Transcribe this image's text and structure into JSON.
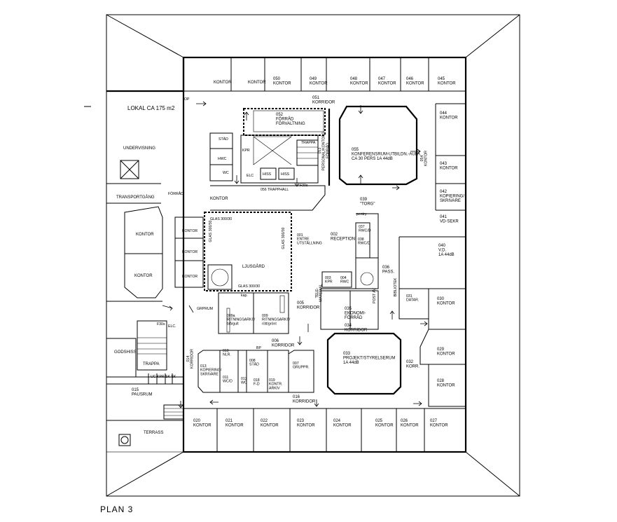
{
  "drawing": {
    "title": "PLAN 3",
    "area_label": "LOKAL CA 175 m2",
    "op_label": "OP"
  },
  "rooms": {
    "top_row": [
      {
        "id": "kontor_t1",
        "text": "KONTOR"
      },
      {
        "id": "kontor_t2",
        "text": "KONTOR"
      },
      {
        "id": "r050",
        "text": "050\nKONTOR"
      },
      {
        "id": "r049",
        "text": "049\nKONTOR"
      },
      {
        "id": "r048",
        "text": "048\nKONTOR"
      },
      {
        "id": "r047",
        "text": "047\nKONTOR"
      },
      {
        "id": "r046",
        "text": "046\nKONTOR"
      },
      {
        "id": "r045",
        "text": "045\nKONTOR"
      }
    ],
    "right_col": [
      {
        "id": "r044",
        "text": "044\nKONTOR"
      },
      {
        "id": "r043",
        "text": "043\nKONTOR"
      },
      {
        "id": "r042",
        "text": "042\nKOPIERING/\nSKRIVARE"
      },
      {
        "id": "r041",
        "text": "041\nVD-SEKR"
      },
      {
        "id": "r040",
        "text": "040\nV.D.\n1A 44dB"
      },
      {
        "id": "r030",
        "text": "030\nKONTOR"
      },
      {
        "id": "r029",
        "text": "029\nKONTOR"
      },
      {
        "id": "r028",
        "text": "028\nKONTOR"
      }
    ],
    "bottom_row": [
      {
        "id": "r020",
        "text": "020\nKONTOR"
      },
      {
        "id": "r021",
        "text": "021\nKONTOR"
      },
      {
        "id": "r022",
        "text": "022\nKONTOR"
      },
      {
        "id": "r023",
        "text": "023\nKONTOR"
      },
      {
        "id": "r024",
        "text": "024\nKONTOR"
      },
      {
        "id": "r025",
        "text": "025\nKONTOR"
      },
      {
        "id": "r026",
        "text": "026\nKONTOR"
      },
      {
        "id": "r027",
        "text": "027\nKONTOR"
      }
    ],
    "left_col": [
      {
        "id": "undervisning",
        "text": "UNDERVISNING"
      },
      {
        "id": "transportgang",
        "text": "TRANSPORTGÅNG"
      },
      {
        "id": "kontor_l1",
        "text": "KONTOR"
      },
      {
        "id": "kontor_l2",
        "text": "KONTOR"
      },
      {
        "id": "godshiss",
        "text": "GODSHISS"
      },
      {
        "id": "trappa_l",
        "text": "TRAPPA"
      },
      {
        "id": "r015",
        "text": "015\nPAUSRUM"
      },
      {
        "id": "terrass",
        "text": "TERRASS"
      }
    ],
    "inner": [
      {
        "id": "r051",
        "text": "051\nKORRIDOR"
      },
      {
        "id": "r052",
        "text": "052\nFÖRRÅD\nFÖRVALTNING"
      },
      {
        "id": "r053",
        "text": "053\nPERSONAL/KONTORS-\nFÖRRÅD"
      },
      {
        "id": "r055",
        "text": "055\nKONFERENSRUM-UTBILDN.-AULA\nCA 30 PERS 1A 44dB"
      },
      {
        "id": "r054",
        "text": "054\nKONTOR"
      },
      {
        "id": "stad_t",
        "text": "STÄD"
      },
      {
        "id": "hwc",
        "text": "HWC"
      },
      {
        "id": "wc_t",
        "text": "WC"
      },
      {
        "id": "kpr_t",
        "text": "KPR"
      },
      {
        "id": "trappa_t",
        "text": "TRAPPA"
      },
      {
        "id": "elc_t",
        "text": "ELC"
      },
      {
        "id": "hiss1",
        "text": "HISS"
      },
      {
        "id": "hiss2",
        "text": "HISS"
      },
      {
        "id": "r056",
        "text": "056 TRAPPHALL"
      },
      {
        "id": "f30s",
        "text": "F30s"
      },
      {
        "id": "forrad_t",
        "text": "FÖRRÅD"
      },
      {
        "id": "kontor_c",
        "text": "KONTOR"
      },
      {
        "id": "r039",
        "text": "039\n\"TORG\""
      },
      {
        "id": "pentry",
        "text": "pentry"
      },
      {
        "id": "kontor_i1",
        "text": "KONTOR"
      },
      {
        "id": "kontor_i2",
        "text": "KONTOR"
      },
      {
        "id": "kontor_i3",
        "text": "KONTOR"
      },
      {
        "id": "glas1",
        "text": "GLAS 300/30"
      },
      {
        "id": "glas2",
        "text": "GLAS 300/30"
      },
      {
        "id": "glas3",
        "text": "GLAS 300/30"
      },
      {
        "id": "glas4",
        "text": "GLAS 300/30"
      },
      {
        "id": "ljusgard",
        "text": "LJUSGÅRD"
      },
      {
        "id": "r001",
        "text": "001\nENTRE\nUTSTÄLLNING"
      },
      {
        "id": "r002",
        "text": "002\nRECEPTION"
      },
      {
        "id": "r037",
        "text": "037\nRWC/D"
      },
      {
        "id": "r038",
        "text": "038\nRWC/D"
      },
      {
        "id": "r036",
        "text": "036\nPASS."
      },
      {
        "id": "r003",
        "text": "003\nKPR"
      },
      {
        "id": "r004",
        "text": "004\nRWC"
      },
      {
        "id": "grprum",
        "text": "GRPRUM"
      },
      {
        "id": "kap",
        "text": "kap."
      },
      {
        "id": "r009a",
        "text": "009a\nRITNINGSARKIV\nblå/gult"
      },
      {
        "id": "r009",
        "text": "009\nRITNINGSARKIV\nrött/grönt"
      },
      {
        "id": "r005",
        "text": "005\nKORRIDOR"
      },
      {
        "id": "r035",
        "text": "035\nEKONOMI-\nFÖRRÅD"
      },
      {
        "id": "r034",
        "text": "034\nKORRIDOR"
      },
      {
        "id": "bibliotek",
        "text": "BIBLIOTEK"
      },
      {
        "id": "r031",
        "text": "031\nDATAR."
      },
      {
        "id": "post_av",
        "text": "POST AV"
      },
      {
        "id": "tele",
        "text": "TELE-\nMATERIAL"
      },
      {
        "id": "elc_l",
        "text": "ELC."
      },
      {
        "id": "r006",
        "text": "006\nKORRIDOR"
      },
      {
        "id": "bp",
        "text": "BP"
      },
      {
        "id": "f30s_l",
        "text": "F30s"
      },
      {
        "id": "r033",
        "text": "033\nPROJEKT/STYRELSERUM\n1A 44dB"
      },
      {
        "id": "r032",
        "text": "032\nKORR."
      },
      {
        "id": "r014",
        "text": "014\nKORRIDOR"
      },
      {
        "id": "r013",
        "text": "013\nKOPIERING/\nSKRIVARE"
      },
      {
        "id": "r010",
        "text": "010\nNLR."
      },
      {
        "id": "r011",
        "text": "011\nWC/D"
      },
      {
        "id": "r012",
        "text": "012\nWC"
      },
      {
        "id": "r008",
        "text": "008\nSTÄD"
      },
      {
        "id": "r018",
        "text": "018\nF-D"
      },
      {
        "id": "r019",
        "text": "019\nKONTR.\nARKIV"
      },
      {
        "id": "r007",
        "text": "007\nGRUPPR."
      },
      {
        "id": "r016",
        "text": "016\nKORRIDOR"
      },
      {
        "id": "strip",
        "text": "UC  KPR  SK  SK"
      }
    ]
  }
}
